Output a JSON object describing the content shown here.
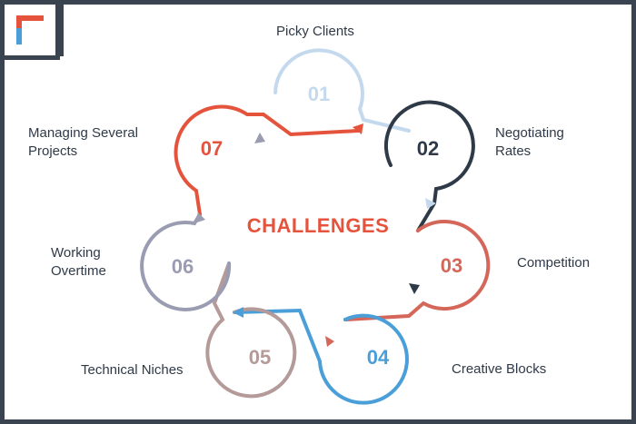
{
  "title": "CHALLENGES",
  "colors": {
    "frame": "#3a4350",
    "accent_red": "#e5533d",
    "accent_blue": "#4a9fd8",
    "text": "#2f3a48"
  },
  "logo_icon": "bracket-logo-icon",
  "challenges": [
    {
      "number": "01",
      "label": "Picky Clients",
      "color": "#c4d9ee"
    },
    {
      "number": "02",
      "label": "Negotiating\nRates",
      "color": "#2f3a48"
    },
    {
      "number": "03",
      "label": "Competition",
      "color": "#d4675a"
    },
    {
      "number": "04",
      "label": "Creative Blocks",
      "color": "#4a9fd8"
    },
    {
      "number": "05",
      "label": "Technical Niches",
      "color": "#b49a98"
    },
    {
      "number": "06",
      "label": "Working\nOvertime",
      "color": "#9a9db2"
    },
    {
      "number": "07",
      "label": "Managing Several\nProjects",
      "color": "#e5533d"
    }
  ]
}
